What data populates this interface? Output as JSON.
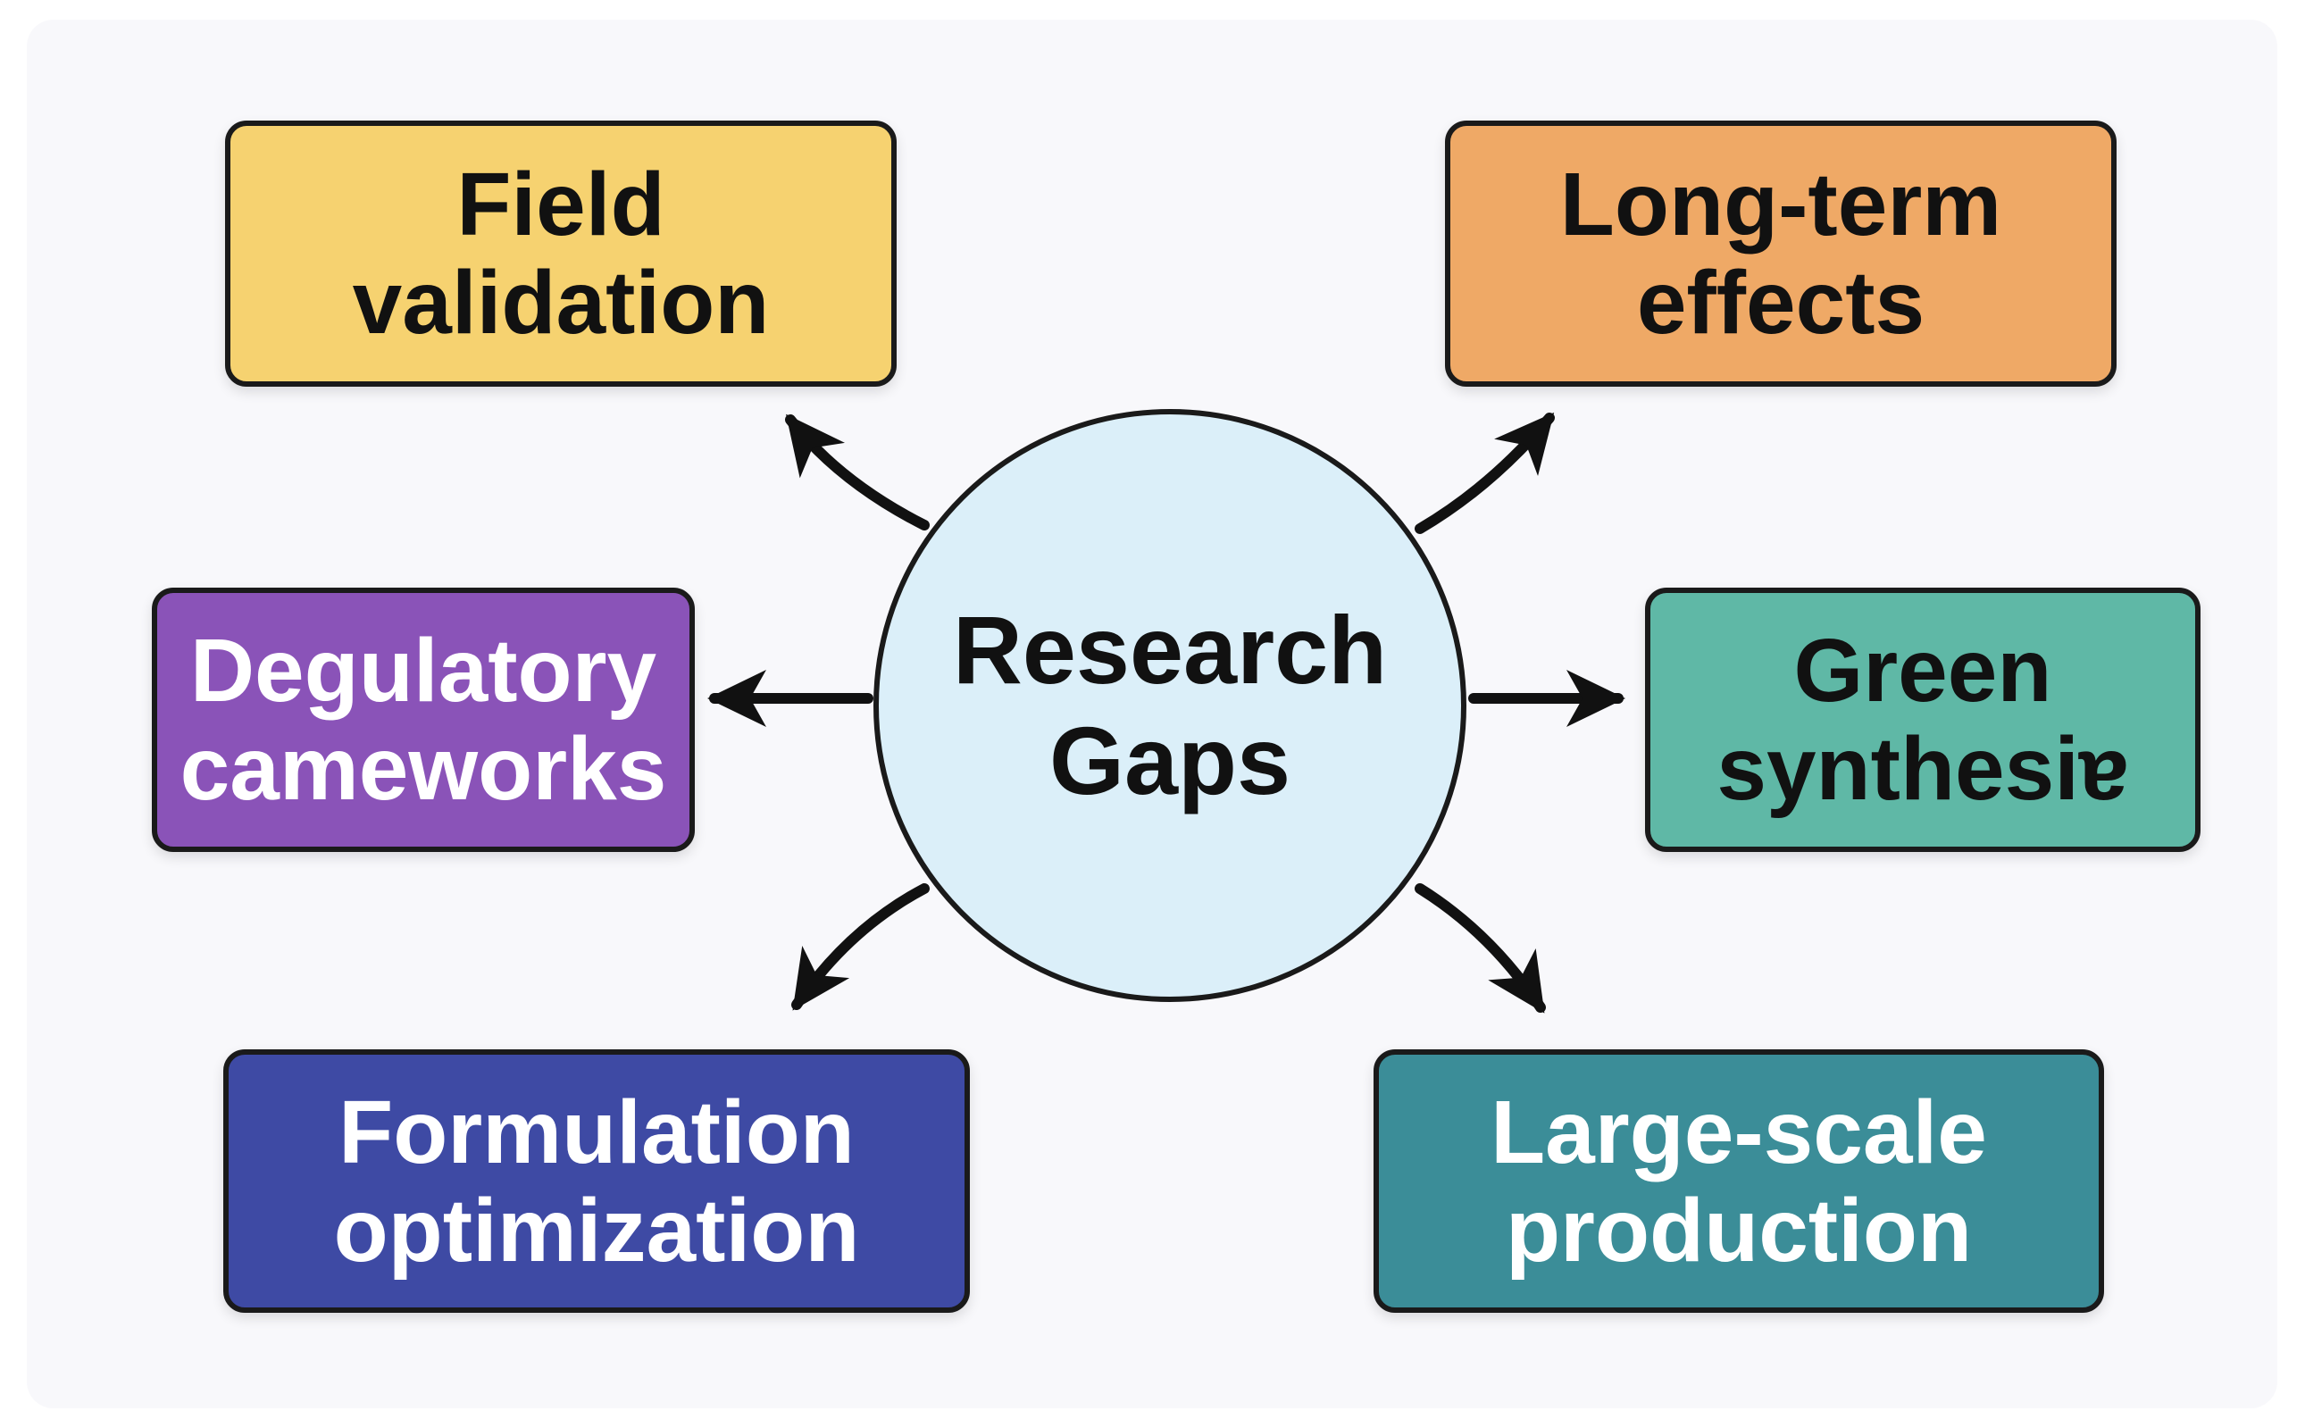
{
  "diagram": {
    "center": {
      "line1": "Research",
      "line2": "Gaps",
      "fill": "#dbeff9"
    },
    "nodes": [
      {
        "id": "field-validation",
        "line1": "Field",
        "line2": "validation",
        "fill": "#f6d270",
        "text_color": "#111111"
      },
      {
        "id": "long-term-effects",
        "line1": "Long-term",
        "line2": "effects",
        "fill": "#efa966",
        "text_color": "#111111"
      },
      {
        "id": "degulatory-cameworks",
        "line1": "Degulatory",
        "line2": "cameworks",
        "fill": "#8a53b8",
        "text_color": "#ffffff"
      },
      {
        "id": "green-synthesis",
        "line1": "Green",
        "line2": "synthesiɐ",
        "fill": "#5fb8a6",
        "text_color": "#111111"
      },
      {
        "id": "formulation-optimization",
        "line1": "Formulation",
        "line2": "optimization",
        "fill": "#3e4aa4",
        "text_color": "#ffffff"
      },
      {
        "id": "large-scale-production",
        "line1": "Large-scale",
        "line2": "production",
        "fill": "#3b8d98",
        "text_color": "#ffffff"
      }
    ],
    "arrow_color": "#111111"
  }
}
